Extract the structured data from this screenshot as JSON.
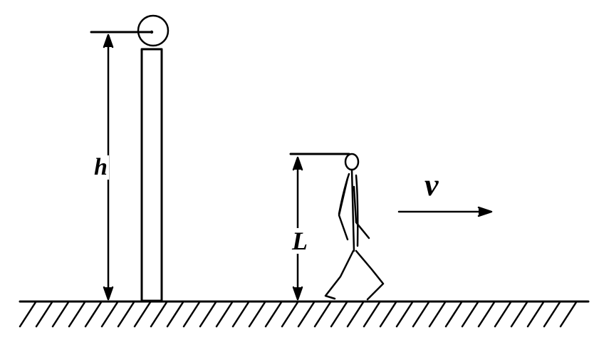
{
  "labels": {
    "lamp_height": "h",
    "person_height": "L",
    "velocity": "v"
  },
  "colors": {
    "stroke": "#000000",
    "background": "#ffffff"
  }
}
